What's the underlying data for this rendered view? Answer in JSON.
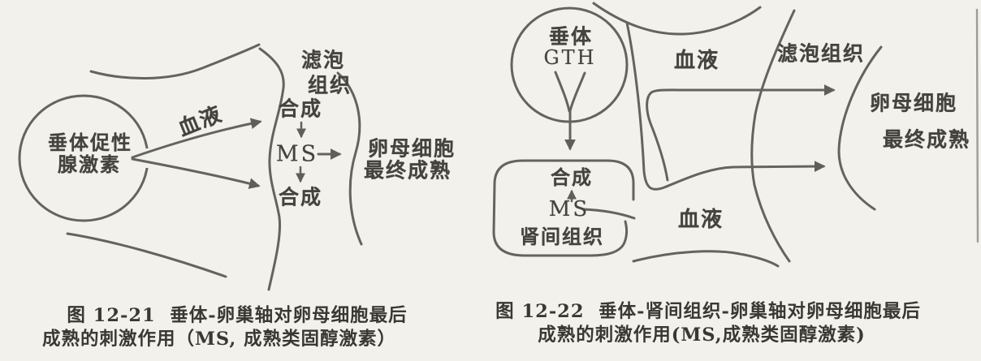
{
  "page": {
    "background": "#f2f1ec",
    "ink_color": "#5b5954",
    "text_color": "#45433d"
  },
  "figure_left": {
    "pituitary_line1": "垂体促性",
    "pituitary_line2": "腺激素",
    "blood_label": "血液",
    "follicle_line1": "滤泡",
    "follicle_line2": "组织",
    "synthesis_top": "合成",
    "ms_label": "MS",
    "synthesis_bottom": "合成",
    "oocyte_line1": "卵母细胞",
    "oocyte_line2": "最终成熟",
    "caption_line1": "图 12-21  垂体-卵巢轴对卵母细胞最后",
    "caption_line2": "成熟的刺激作用（MS, 成熟类固醇激素）"
  },
  "figure_right": {
    "pituitary_line1": "垂体",
    "pituitary_line2": "GTH",
    "blood_top_label": "血液",
    "follicle_label": "滤泡组织",
    "synthesis_label": "合成",
    "ms_label": "MS",
    "interrenal_label": "肾间组织",
    "blood_bottom_label": "血液",
    "oocyte_line1": "卵母细胞",
    "oocyte_line2": "最终成熟",
    "caption_line1": "图 12-22  垂体-肾间组织-卵巢轴对卵母细胞最后",
    "caption_line2": "成熟的刺激作用(MS,成熟类固醇激素)"
  }
}
